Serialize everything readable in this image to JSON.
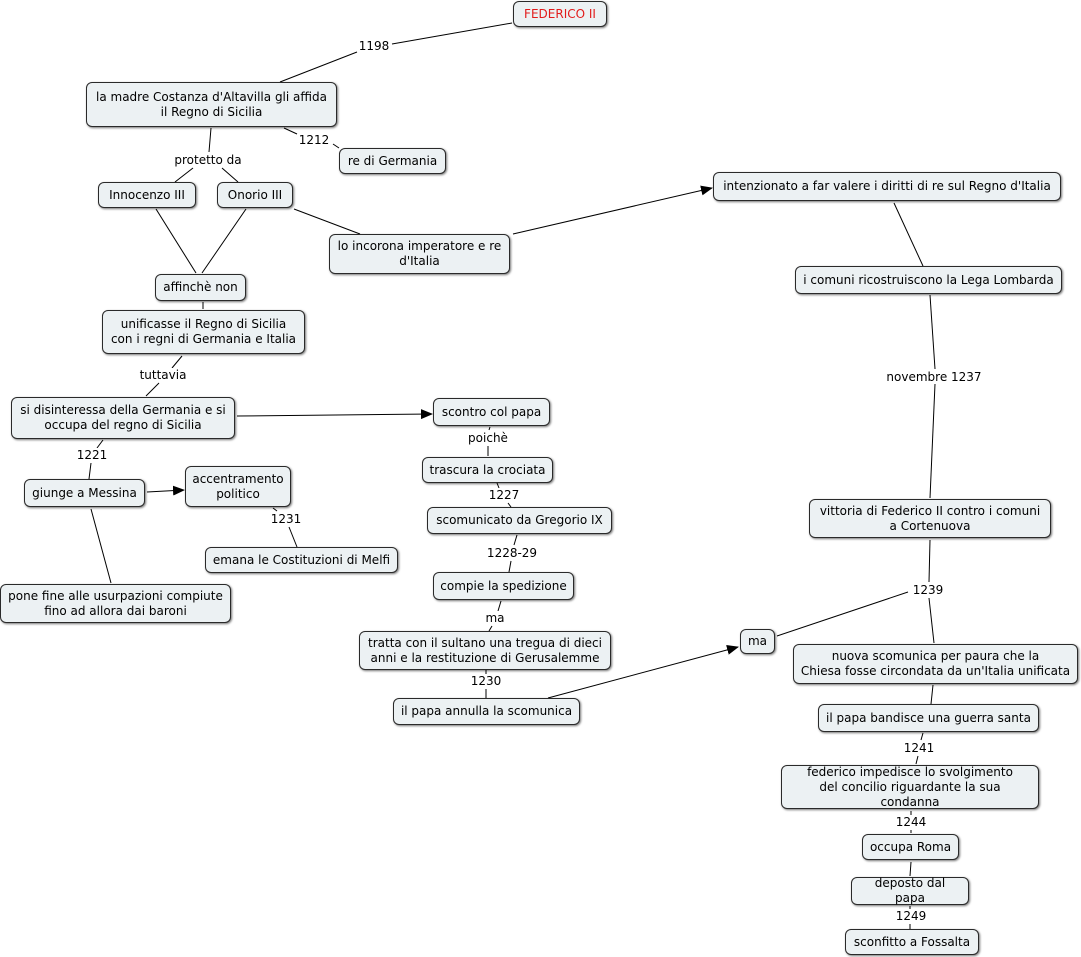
{
  "map": {
    "root": "FEDERICO II",
    "nodes": {
      "madre": "la madre Costanza d'Altavilla gli affida\nil Regno di Sicilia",
      "re_germania": "re di Germania",
      "innocenzo": "Innocenzo III",
      "onorio": "Onorio III",
      "incorona": "lo incorona imperatore e re\nd'Italia",
      "intenzionato": "intenzionato a far valere i diritti di re sul Regno d'Italia",
      "affinche": "affinchè non",
      "unificasse": "unificasse il Regno di Sicilia\ncon i regni di Germania e Italia",
      "comuni": "i comuni ricostruiscono la Lega Lombarda",
      "disinteressa": "si disinteressa della Germania e si\noccupa del regno di Sicilia",
      "scontro": "scontro col papa",
      "trascura": "trascura la crociata",
      "messina": "giunge a Messina",
      "accentramento": "accentramento\npolitico",
      "scomunicato": "scomunicato da Gregorio IX",
      "vittoria": "vittoria di Federico II contro i comuni\na Cortenuova",
      "melfi": "emana le Costituzioni di Melfi",
      "spedizione": "compie la spedizione",
      "usurpazioni": "pone fine alle usurpazioni compiute\nfino ad allora dai baroni",
      "tregua": "tratta con il sultano una tregua di dieci\nanni e la restituzione di Gerusalemme",
      "ma_node": "ma",
      "nuova": "nuova scomunica per paura che la\nChiesa fosse circondata da un'Italia unificata",
      "annulla": "il papa annulla la scomunica",
      "guerra": "il papa bandisce una guerra santa",
      "concilio": "federico impedisce lo svolgimento\ndel concilio riguardante la sua condanna",
      "roma": "occupa Roma",
      "deposto": "deposto dal papa",
      "fossalta": "sconfitto a Fossalta"
    },
    "links": {
      "l1198": "1198",
      "l1212": "1212",
      "protetto": "protetto da",
      "tuttavia": "tuttavia",
      "poiche": "poichè",
      "l1221": "1221",
      "l1227": "1227",
      "l1231": "1231",
      "l1228": "1228-29",
      "ma1": "ma",
      "l1230": "1230",
      "novembre": "novembre 1237",
      "l1239": "1239",
      "l1241": "1241",
      "l1244": "1244",
      "l1249": "1249"
    }
  }
}
